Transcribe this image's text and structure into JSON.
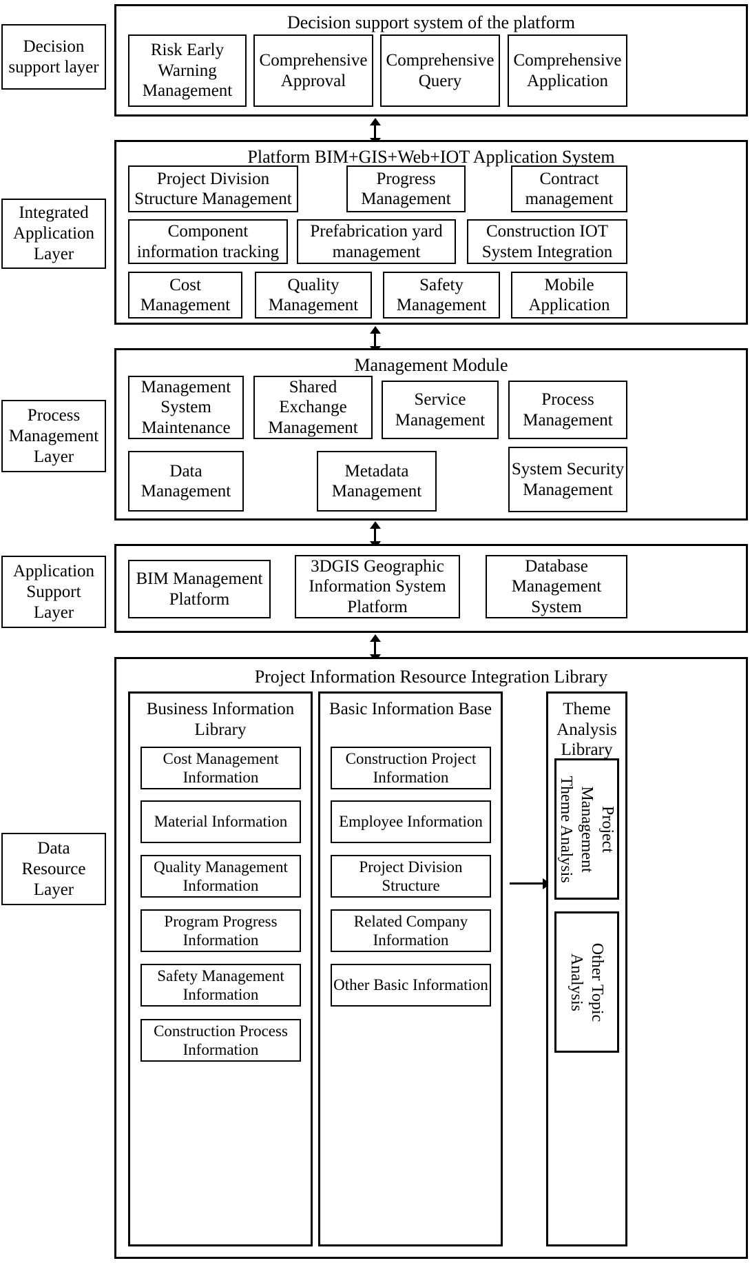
{
  "diagram": {
    "title": "Platform architecture layered diagram",
    "layers": [
      {
        "id": "decision-support",
        "label": "Decision\nsupport layer"
      },
      {
        "id": "integrated-application",
        "label": "Integrated\nApplication\nLayer"
      },
      {
        "id": "process-management",
        "label": "Process\nManagement\nLayer"
      },
      {
        "id": "application-support",
        "label": "Application\nSupport\nLayer"
      },
      {
        "id": "data-resource",
        "label": "Data\nResource\nLayer"
      }
    ],
    "sections": {
      "decision_support": {
        "title": "Decision support system of the platform",
        "items": [
          "Risk Early Warning Management",
          "Comprehensive Approval",
          "Comprehensive Query",
          "Comprehensive Application"
        ]
      },
      "integrated_application": {
        "title": "Platform BIM+GIS+Web+IOT Application System",
        "row1": [
          "Project Division Structure Management",
          "Progress Management",
          "Contract management"
        ],
        "row2": [
          "Component information tracking",
          "Prefabrication yard management",
          "Construction IOT System Integration"
        ],
        "row3": [
          "Cost Management",
          "Quality Management",
          "Safety Management",
          "Mobile Application"
        ]
      },
      "process_management": {
        "title": "Management Module",
        "row1": [
          "Management System Maintenance",
          "Shared Exchange Management",
          "Service Management",
          "Process Management"
        ],
        "row2": [
          "Data Management",
          "Metadata Management",
          "System Security Management"
        ]
      },
      "application_support": {
        "items": [
          "BIM Management Platform",
          "3DGIS Geographic Information System Platform",
          "Database Management System"
        ]
      },
      "data_resource": {
        "title": "Project Information Resource Integration Library",
        "business_information_library": {
          "title": "Business Information Library",
          "items": [
            "Cost Management Information",
            "Material Information",
            "Quality Management Information",
            "Program Progress Information",
            "Safety Management Information",
            "Construction Process Information"
          ]
        },
        "basic_information_base": {
          "title": "Basic Information Base",
          "items": [
            "Construction Project Information",
            "Employee Information",
            "Project Division Structure",
            "Related Company Information",
            "Other Basic Information"
          ]
        },
        "theme_analysis_library": {
          "title": "Theme Analysis Library",
          "items": [
            "Project Management Theme Analysis",
            "Other Topic Analysis"
          ]
        }
      }
    },
    "connectors": [
      {
        "id": "decision-to-integrated",
        "type": "double-vertical-arrow"
      },
      {
        "id": "integrated-to-process",
        "type": "double-vertical-arrow"
      },
      {
        "id": "process-to-appsupport",
        "type": "double-vertical-arrow"
      },
      {
        "id": "appsupport-to-dataresource",
        "type": "double-vertical-arrow"
      },
      {
        "id": "basicinfo-to-theme",
        "type": "right-arrow"
      }
    ],
    "colors": {
      "stroke": "#000000",
      "background": "#ffffff"
    }
  }
}
